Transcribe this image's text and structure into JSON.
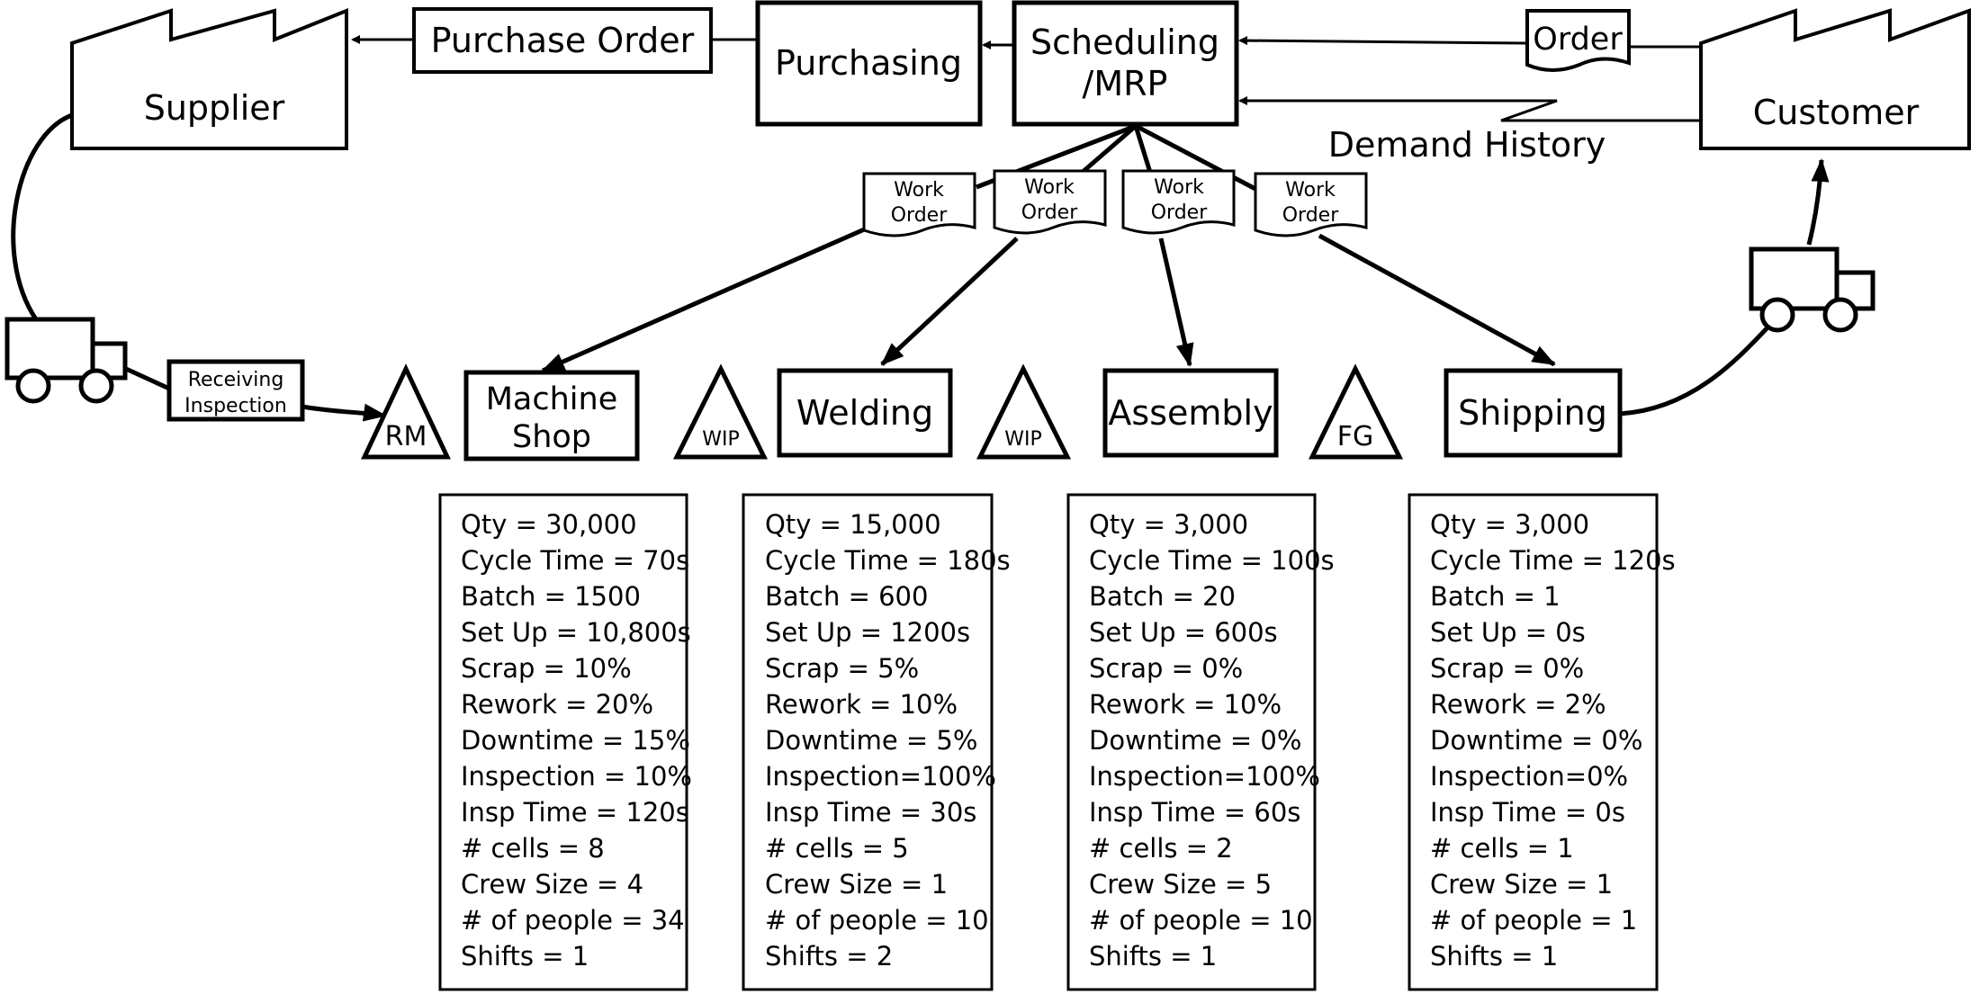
{
  "external": {
    "supplier": "Supplier",
    "customer": "Customer"
  },
  "control": {
    "purchase_order": "Purchase Order",
    "purchasing": "Purchasing",
    "scheduling_line1": "Scheduling",
    "scheduling_line2": "/MRP",
    "order": "Order",
    "demand_history": "Demand History"
  },
  "work_orders": [
    {
      "line1": "Work",
      "line2": "Order"
    },
    {
      "line1": "Work",
      "line2": "Order"
    },
    {
      "line1": "Work",
      "line2": "Order"
    },
    {
      "line1": "Work",
      "line2": "Order"
    }
  ],
  "receiving": {
    "line1": "Receiving",
    "line2": "Inspection"
  },
  "inventories": [
    "RM",
    "WIP",
    "WIP",
    "FG"
  ],
  "processes": [
    {
      "line1": "Machine",
      "line2": "Shop",
      "stats": [
        "Qty = 30,000",
        "Cycle Time = 70s",
        "Batch = 1500",
        "Set Up = 10,800s",
        "Scrap = 10%",
        "Rework = 20%",
        "Downtime = 15%",
        "Inspection = 10%",
        "Insp Time = 120s",
        "# cells = 8",
        "Crew Size = 4",
        "# of people = 34",
        "Shifts = 1"
      ]
    },
    {
      "line1": "Welding",
      "line2": "",
      "stats": [
        "Qty = 15,000",
        "Cycle Time = 180s",
        "Batch = 600",
        "Set Up = 1200s",
        "Scrap = 5%",
        "Rework = 10%",
        "Downtime = 5%",
        "Inspection=100%",
        "Insp Time = 30s",
        "# cells = 5",
        "Crew Size = 1",
        "# of people = 10",
        "Shifts = 2"
      ]
    },
    {
      "line1": "Assembly",
      "line2": "",
      "stats": [
        "Qty = 3,000",
        "Cycle Time = 100s",
        "Batch = 20",
        "Set Up = 600s",
        "Scrap = 0%",
        "Rework = 10%",
        "Downtime = 0%",
        "Inspection=100%",
        "Insp Time = 60s",
        "# cells = 2",
        "Crew Size = 5",
        "# of people = 10",
        "Shifts = 1"
      ]
    },
    {
      "line1": "Shipping",
      "line2": "",
      "stats": [
        "Qty = 3,000",
        "Cycle Time = 120s",
        "Batch = 1",
        "Set Up = 0s",
        "Scrap = 0%",
        "Rework = 2%",
        "Downtime = 0%",
        "Inspection=0%",
        "Insp Time = 0s",
        "# cells = 1",
        "Crew Size = 1",
        "# of people = 1",
        "Shifts = 1"
      ]
    }
  ]
}
